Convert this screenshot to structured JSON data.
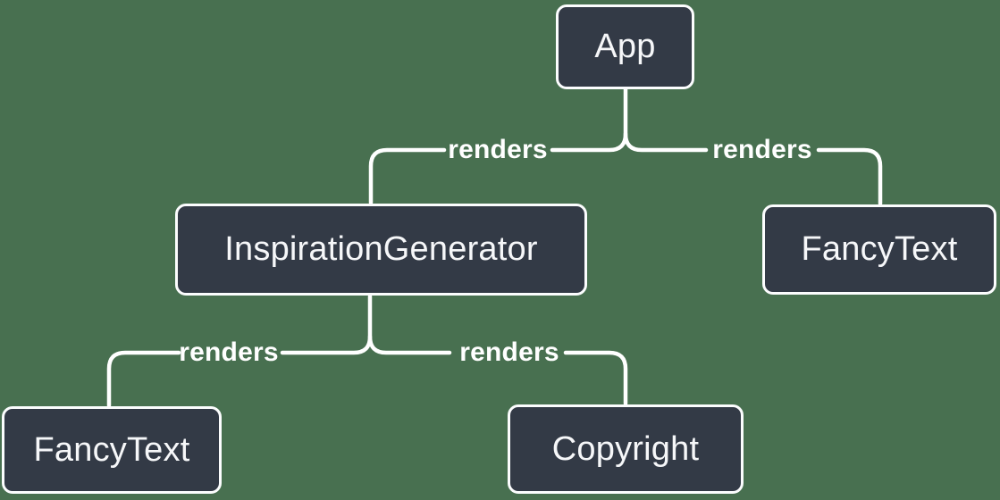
{
  "diagram": {
    "type": "component-tree",
    "colors": {
      "bg": "#487050",
      "node-fill": "#333a46",
      "node-border": "#fcfdfe",
      "node-text": "#f6f7f9",
      "line": "#ffffff"
    },
    "nodes": [
      {
        "id": "app",
        "label": "App"
      },
      {
        "id": "inspiration-generator",
        "label": "InspirationGenerator"
      },
      {
        "id": "fancy-text-right",
        "label": "FancyText"
      },
      {
        "id": "fancy-text-left",
        "label": "FancyText"
      },
      {
        "id": "copyright",
        "label": "Copyright"
      }
    ],
    "edges": [
      {
        "from": "App",
        "to": "InspirationGenerator",
        "label": "renders"
      },
      {
        "from": "App",
        "to": "FancyText",
        "label": "renders"
      },
      {
        "from": "InspirationGenerator",
        "to": "FancyText",
        "label": "renders"
      },
      {
        "from": "InspirationGenerator",
        "to": "Copyright",
        "label": "renders"
      }
    ]
  }
}
